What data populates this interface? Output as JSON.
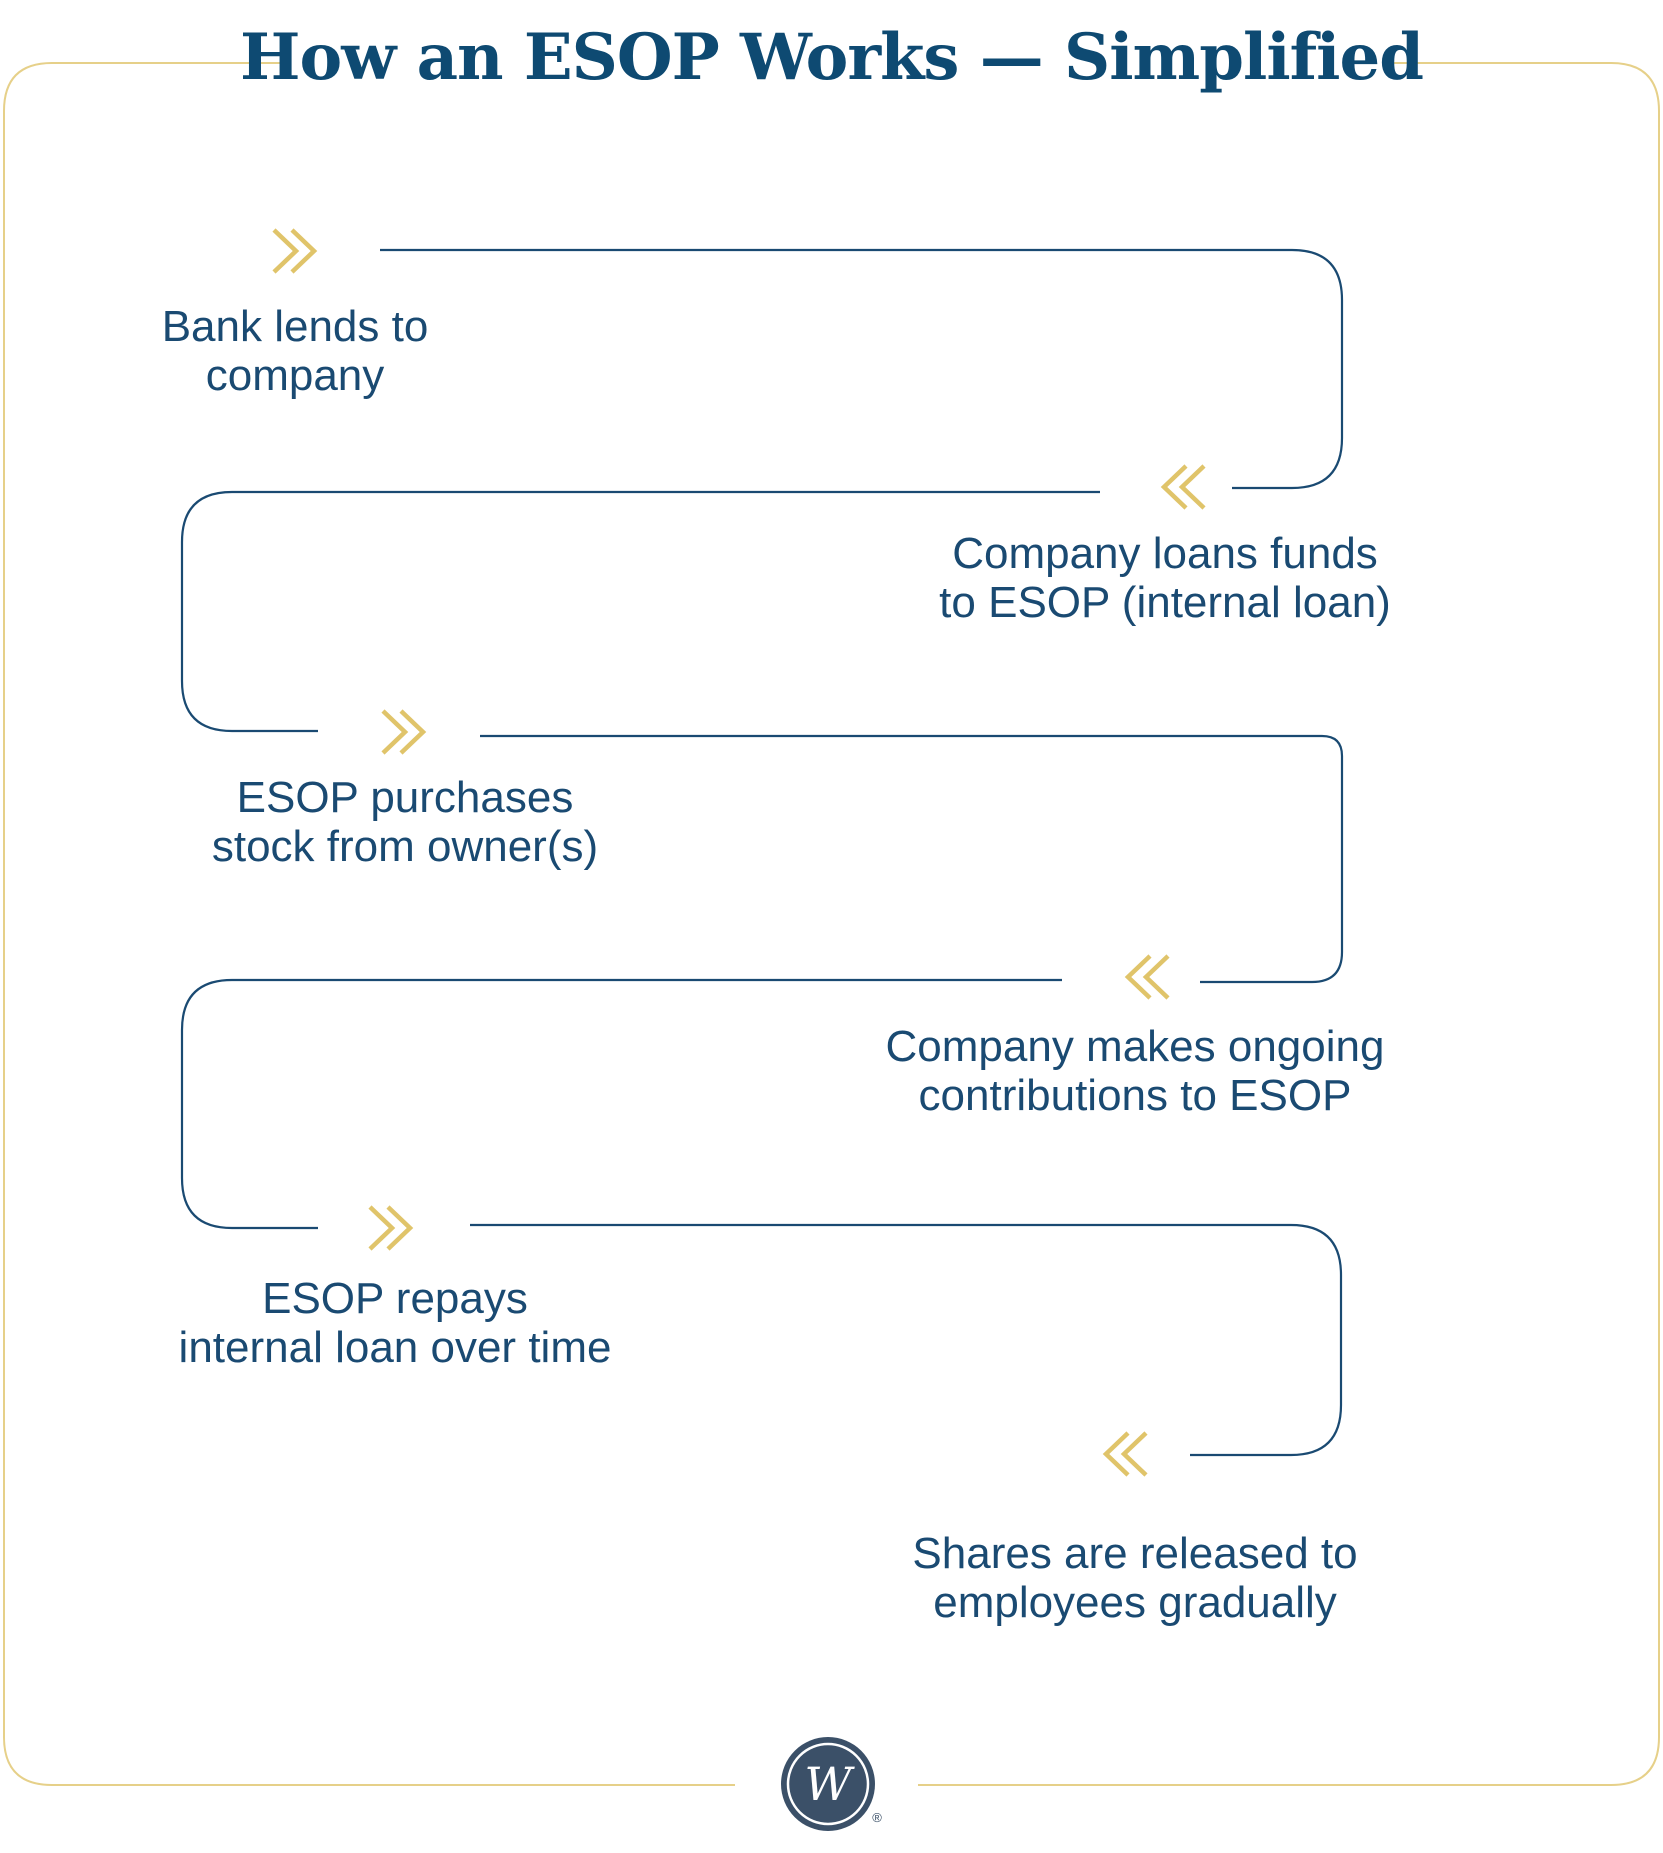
{
  "title": "How an ESOP Works — Simplified",
  "steps": [
    {
      "line1": "Bank lends to",
      "line2": "company",
      "direction": "right"
    },
    {
      "line1": "Company loans funds",
      "line2": "to ESOP (internal loan)",
      "direction": "left"
    },
    {
      "line1": "ESOP purchases",
      "line2": "stock from owner(s)",
      "direction": "right"
    },
    {
      "line1": "Company makes ongoing",
      "line2": "contributions to ESOP",
      "direction": "left"
    },
    {
      "line1": "ESOP repays",
      "line2": "internal loan over time",
      "direction": "right"
    },
    {
      "line1": "Shares are released to",
      "line2": "employees gradually",
      "direction": "left"
    }
  ],
  "logo": {
    "monogram": "W",
    "registered": "®"
  },
  "colors": {
    "navy": "#1a4a72",
    "title": "#0e4a72",
    "gold": "#e0c46a",
    "frame": "#e6d089",
    "logo_bg": "#3b5068"
  }
}
